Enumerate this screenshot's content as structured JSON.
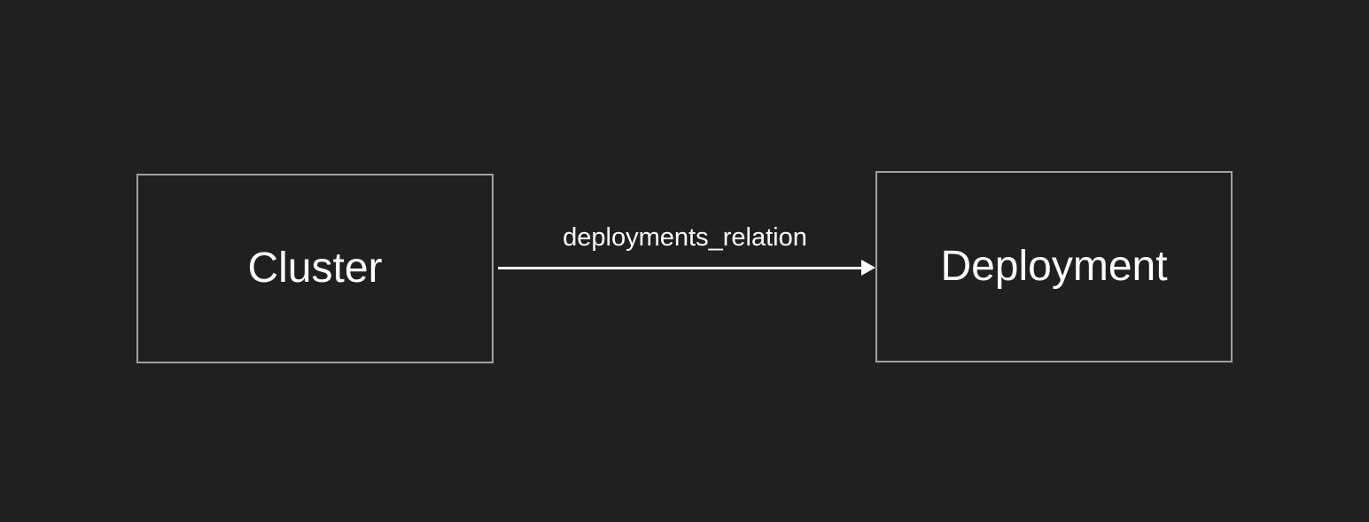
{
  "diagram": {
    "type": "entity-relation",
    "colors": {
      "background": "#221f1f",
      "node_border": "#a3a19f",
      "node_fill": "#221f1f",
      "text": "#ffffff",
      "edge": "#ffffff"
    },
    "nodes": [
      {
        "id": "cluster",
        "label": "Cluster"
      },
      {
        "id": "deployment",
        "label": "Deployment"
      }
    ],
    "edges": [
      {
        "from": "cluster",
        "to": "deployment",
        "label": "deployments_relation",
        "direction": "left-to-right",
        "arrowhead": "filled-triangle"
      }
    ]
  }
}
